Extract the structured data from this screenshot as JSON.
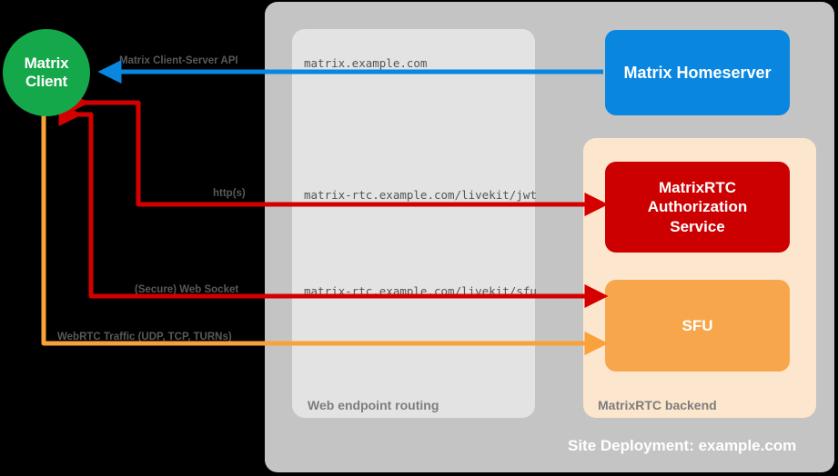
{
  "diagram": {
    "title": "Site Deployment: example.com",
    "colors": {
      "client": "#15a84a",
      "homeserver": "#0886e0",
      "auth_service": "#cc0000",
      "sfu": "#f8a64c",
      "site_panel": "#c4c4c4",
      "web_endpoint_panel": "#e3e3e3",
      "backend_panel": "#fce6cd",
      "arrow_blue": "#0886e0",
      "arrow_red": "#d40000",
      "arrow_orange": "#f9a13a"
    }
  },
  "nodes": {
    "matrix_client": {
      "line1": "Matrix",
      "line2": "Client"
    },
    "matrix_homeserver": {
      "label": "Matrix Homeserver"
    },
    "matrixrtc_auth": {
      "line1": "MatrixRTC",
      "line2": "Authorization",
      "line3": "Service"
    },
    "sfu": {
      "label": "SFU"
    }
  },
  "panels": {
    "site_deployment": {
      "caption": "Site Deployment: example.com"
    },
    "web_endpoint_routing": {
      "caption": "Web endpoint routing"
    },
    "matrixrtc_backend": {
      "caption": "MatrixRTC backend"
    }
  },
  "endpoints": [
    {
      "id": "matrix",
      "url": "matrix.example.com"
    },
    {
      "id": "jwt",
      "url": "matrix-rtc.example.com/livekit/jwt"
    },
    {
      "id": "sfu",
      "url": "matrix-rtc.example.com/livekit/sfu"
    }
  ],
  "edges": [
    {
      "id": "client-server-api",
      "label": "Matrix Client-Server API",
      "color": "#0886e0",
      "from": "matrix_homeserver",
      "to": "matrix_client",
      "endpoint": "matrix.example.com"
    },
    {
      "id": "https",
      "label": "http(s)",
      "color": "#d40000",
      "from": "matrix_client",
      "to": "matrixrtc_auth",
      "endpoint": "matrix-rtc.example.com/livekit/jwt"
    },
    {
      "id": "web-socket",
      "label": "(Secure) Web Socket",
      "color": "#d40000",
      "from": "matrix_client",
      "to": "sfu",
      "endpoint": "matrix-rtc.example.com/livekit/sfu"
    },
    {
      "id": "webrtc-traffic",
      "label": "WebRTC Traffic (UDP, TCP, TURNs)",
      "color": "#f9a13a",
      "from": "matrix_client",
      "to": "sfu",
      "endpoint": ""
    }
  ]
}
